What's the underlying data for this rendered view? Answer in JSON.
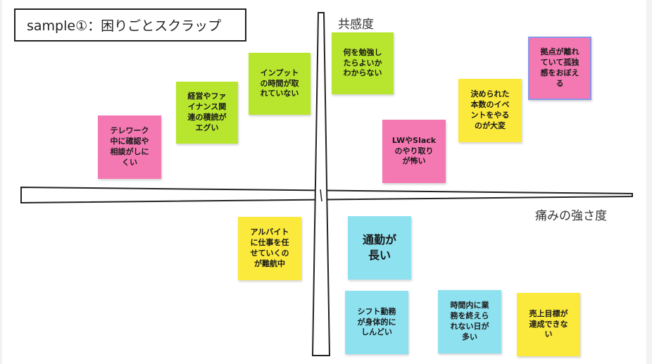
{
  "title": "sample①：困りごとスクラップ",
  "axes": {
    "vertical_label": "共感度",
    "horizontal_label": "痛みの強さ度"
  },
  "colors": {
    "pink": "#f478b2",
    "green": "#b8e62e",
    "yellow": "#fbe93b",
    "cyan": "#8ee1ef",
    "outline_blue": "#8a95e8"
  },
  "notes": [
    {
      "id": "telework",
      "text": "テレワーク\n中に確認や\n相談がしに\nくい",
      "color": "pink"
    },
    {
      "id": "keiei",
      "text": "経営やファ\nイナンス関\n連の積読が\nエグい",
      "color": "green"
    },
    {
      "id": "input",
      "text": "インプット\nの時間が取\nれていない",
      "color": "green"
    },
    {
      "id": "nani",
      "text": "何を勉強し\nたらよいか\nわからない",
      "color": "green"
    },
    {
      "id": "lw",
      "text": "LWやSlack\nのやり取り\nが怖い",
      "color": "pink"
    },
    {
      "id": "kimerareta",
      "text": "決められた\n本数のイベ\nントをやる\nのが大変",
      "color": "yellow"
    },
    {
      "id": "kyoten",
      "text": "拠点が離れ\nていて孤独\n感をおぼえ\nる",
      "color": "pink"
    },
    {
      "id": "arubaito",
      "text": "アルバイト\nに仕事を任\nせていくの\nが難航中",
      "color": "yellow"
    },
    {
      "id": "tsukin",
      "text": "通勤が\n長い",
      "color": "cyan"
    },
    {
      "id": "shift",
      "text": "シフト勤務\nが身体的に\nしんどい",
      "color": "cyan"
    },
    {
      "id": "jikannai",
      "text": "時間内に業\n務を終えら\nれない日が\n多い",
      "color": "cyan"
    },
    {
      "id": "uriage",
      "text": "売上目標が\n達成できな\nい",
      "color": "yellow"
    }
  ]
}
